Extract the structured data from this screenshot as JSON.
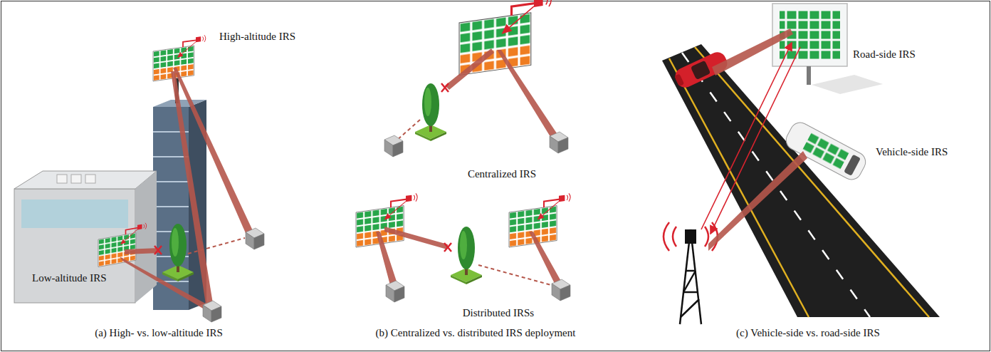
{
  "diagram": {
    "labels": [
      "High-altitude IRS",
      "Low-altitude IRS",
      "(a) High- vs. low-altitude IRS",
      "Centralized IRS",
      "Distributed IRSs",
      "(b) Centralized vs. distributed IRS deployment",
      "Road-side IRS",
      "Vehicle-side IRS",
      "(c) Vehicle-side vs. road-side IRS"
    ]
  }
}
